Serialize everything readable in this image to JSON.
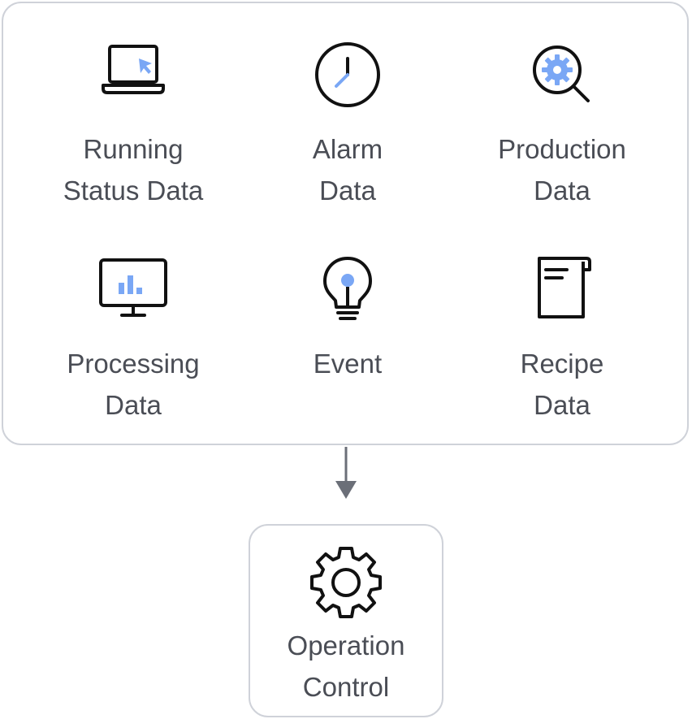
{
  "panel": {
    "items": [
      {
        "line1": "Running",
        "line2": "Status Data",
        "icon": "laptop-cursor-icon"
      },
      {
        "line1": "Alarm",
        "line2": "Data",
        "icon": "clock-icon"
      },
      {
        "line1": "Production",
        "line2": "Data",
        "icon": "magnifier-gear-icon"
      },
      {
        "line1": "Processing",
        "line2": "Data",
        "icon": "monitor-chart-icon"
      },
      {
        "line1": "Event",
        "line2": "",
        "icon": "lightbulb-icon"
      },
      {
        "line1": "Recipe",
        "line2": "Data",
        "icon": "document-scroll-icon"
      }
    ]
  },
  "target": {
    "line1": "Operation",
    "line2": "Control",
    "icon": "gear-icon"
  },
  "colors": {
    "stroke": "#111111",
    "accent": "#7aa7f5",
    "border": "#cfd2d9",
    "arrow": "#6b6f78",
    "text": "#4a4d55"
  }
}
